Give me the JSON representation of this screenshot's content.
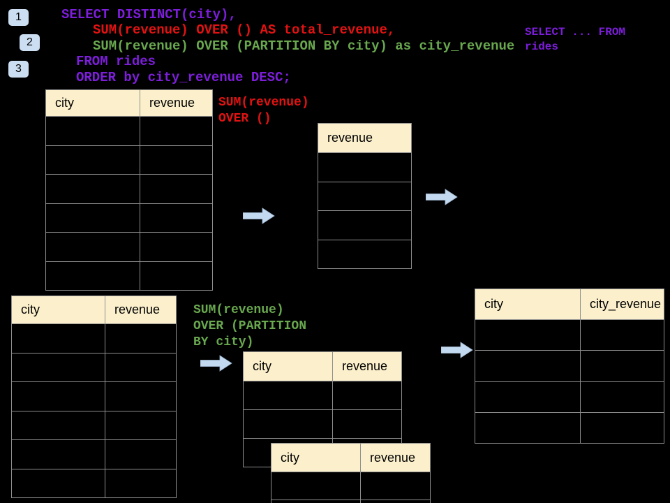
{
  "slide": {
    "step_badges": [
      "1",
      "2",
      "3"
    ],
    "sql_main": [
      {
        "text": "SELECT DISTINCT(city),",
        "color": "purple",
        "indent": 0
      },
      {
        "text": "SUM(revenue) OVER () AS total_revenue,",
        "color": "red",
        "indent": 45
      },
      {
        "text": "SUM(revenue) OVER (PARTITION BY city) as city_revenue",
        "color": "green",
        "indent": 45
      },
      {
        "text": "FROM rides",
        "color": "purple",
        "indent": 21
      },
      {
        "text": "ORDER by city_revenue DESC;",
        "color": "purple",
        "indent": 21
      }
    ],
    "sql_side": [
      {
        "text": "SELECT ... FROM",
        "color": "purple",
        "indent": 0
      },
      {
        "text": "rides",
        "color": "purple",
        "indent": 0
      }
    ],
    "annotation_total": [
      {
        "text": "SUM(revenue)",
        "color": "red",
        "indent": 0
      },
      {
        "text": "OVER ()",
        "color": "red",
        "indent": 0
      }
    ],
    "annotation_partition": [
      {
        "text": "SUM(revenue)",
        "color": "green",
        "indent": 0
      },
      {
        "text": "OVER (PARTITION",
        "color": "green",
        "indent": 0
      },
      {
        "text": "BY city)",
        "color": "green",
        "indent": 0
      }
    ],
    "tables": {
      "source_top": {
        "headers": [
          "city",
          "revenue"
        ],
        "rows": 6
      },
      "total": {
        "headers": [
          "revenue"
        ],
        "rows": 4
      },
      "source_bottom": {
        "headers": [
          "city",
          "revenue"
        ],
        "rows": 6
      },
      "partition_a": {
        "headers": [
          "city",
          "revenue"
        ],
        "rows": 3
      },
      "partition_b": {
        "headers": [
          "city",
          "revenue"
        ],
        "rows": 2
      },
      "result": {
        "headers": [
          "city",
          "city_revenue"
        ],
        "rows": 4
      }
    },
    "colors": {
      "background": "#000000",
      "sql_purple": "#7D1EDB",
      "sql_red": "#E31212",
      "sql_green": "#69A84F",
      "table_header_fill": "#FCF0CC",
      "table_border": "#8E8E8E",
      "arrow_fill": "#C3D9EF",
      "badge_fill": "#CCDEF2"
    }
  }
}
